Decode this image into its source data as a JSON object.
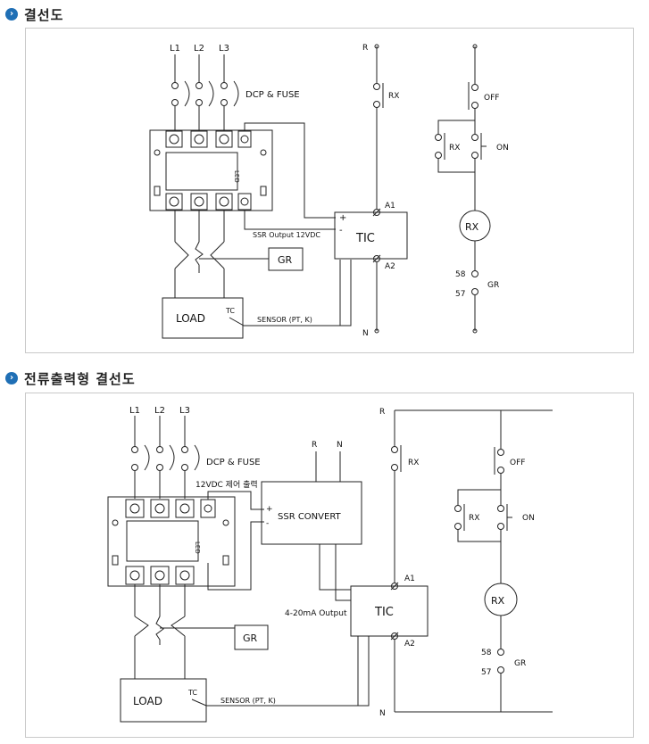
{
  "section1": {
    "title": "결선도",
    "l1": "L1",
    "l2": "L2",
    "l3": "L3",
    "dcp_fuse": "DCP & FUSE",
    "led": "LED",
    "ssr_output": "SSR Output 12VDC",
    "plus": "+",
    "minus": "-",
    "tic": "TIC",
    "a1": "A1",
    "a2": "A2",
    "gr": "GR",
    "load": "LOAD",
    "tc": "TC",
    "sensor": "SENSOR  (PT, K)",
    "r": "R",
    "n": "N",
    "rx": "RX",
    "off": "OFF",
    "on": "ON",
    "t58": "58",
    "t57": "57"
  },
  "section2": {
    "title": "전류출력형 결선도",
    "l1": "L1",
    "l2": "L2",
    "l3": "L3",
    "dcp_fuse": "DCP & FUSE",
    "vdc_label": "12VDC 제어 출력",
    "led": "LED",
    "plus": "+",
    "minus": "-",
    "ssr_convert": "SSR CONVERT",
    "r_top": "R",
    "n_top": "N",
    "output_label": "4-20mA Output",
    "tic": "TIC",
    "a1": "A1",
    "a2": "A2",
    "gr": "GR",
    "load": "LOAD",
    "tc": "TC",
    "sensor": "SENSOR  (PT, K)",
    "r": "R",
    "n": "N",
    "rx": "RX",
    "off": "OFF",
    "on": "ON",
    "t58": "58",
    "t57": "57"
  }
}
